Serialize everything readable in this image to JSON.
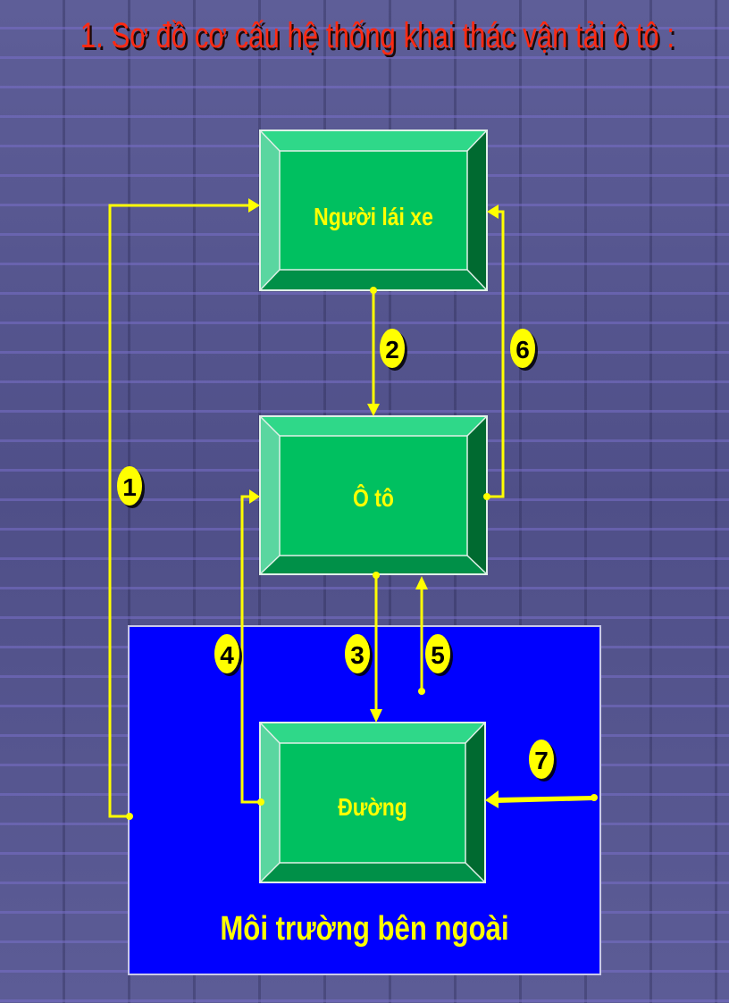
{
  "title": "1. Sơ đồ cơ cấu hệ thống khai thác vận tải ô tô :",
  "colors": {
    "background": "#57578f",
    "title": "#ff2a12",
    "box_face": "#00c060",
    "box_top_bevel": "#2fd889",
    "box_left_bevel": "#5ad6a0",
    "box_right_bevel": "#006a30",
    "box_bottom_bevel": "#009048",
    "box_label": "#ffff00",
    "environment_fill": "#0000ff",
    "arrow": "#ffff00",
    "badge_fill": "#ffff00",
    "badge_text": "#000000"
  },
  "nodes": {
    "driver": {
      "label": "Người lái xe"
    },
    "car": {
      "label": "Ô tô"
    },
    "road": {
      "label": "Đường"
    },
    "environment": {
      "label": "Môi trường bên ngoài"
    }
  },
  "connections": [
    {
      "id": "1",
      "from": "environment",
      "to": "driver"
    },
    {
      "id": "2",
      "from": "driver",
      "to": "car"
    },
    {
      "id": "3",
      "from": "car",
      "to": "road"
    },
    {
      "id": "4",
      "from": "road",
      "to": "car"
    },
    {
      "id": "5",
      "from": "environment",
      "to": "car"
    },
    {
      "id": "6",
      "from": "car",
      "to": "driver"
    },
    {
      "id": "7",
      "from": "environment",
      "to": "road"
    }
  ]
}
